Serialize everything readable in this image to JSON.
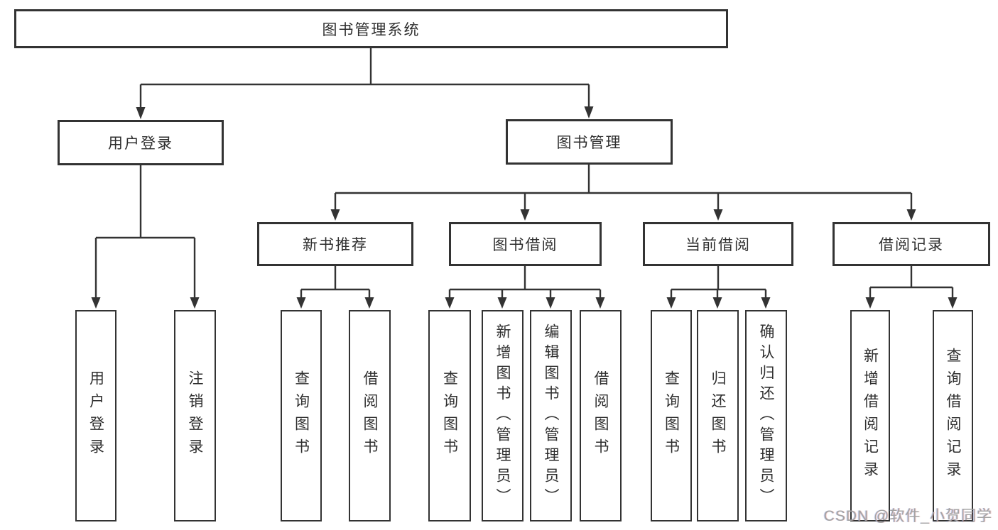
{
  "nodes": {
    "root": {
      "label": "图书管理系统"
    },
    "user_login": {
      "label": "用户登录"
    },
    "book_mgmt": {
      "label": "图书管理"
    },
    "new_book_rec": {
      "label": "新书推荐"
    },
    "book_borrow": {
      "label": "图书借阅"
    },
    "current_borrow": {
      "label": "当前借阅"
    },
    "borrow_records": {
      "label": "借阅记录"
    },
    "leaf_user_login": {
      "label": "用户登录"
    },
    "leaf_logout": {
      "label": "注销登录"
    },
    "leaf_query_book_1": {
      "label": "查询图书"
    },
    "leaf_borrow_book_1": {
      "label": "借阅图书"
    },
    "leaf_query_book_2": {
      "label": "查询图书"
    },
    "leaf_add_book": {
      "label": "新增图书（管理员）"
    },
    "leaf_edit_book": {
      "label": "编辑图书（管理员）"
    },
    "leaf_borrow_book_2": {
      "label": "借阅图书"
    },
    "leaf_query_book_3": {
      "label": "查询图书"
    },
    "leaf_return_book": {
      "label": "归还图书"
    },
    "leaf_confirm_return": {
      "label": "确认归还（管理员）"
    },
    "leaf_add_record": {
      "label": "新增借阅记录"
    },
    "leaf_query_record": {
      "label": "查询借阅记录"
    }
  },
  "hierarchy": {
    "图书管理系统": {
      "用户登录": [
        "用户登录",
        "注销登录"
      ],
      "图书管理": {
        "新书推荐": [
          "查询图书",
          "借阅图书"
        ],
        "图书借阅": [
          "查询图书",
          "新增图书（管理员）",
          "编辑图书（管理员）",
          "借阅图书"
        ],
        "当前借阅": [
          "查询图书",
          "归还图书",
          "确认归还（管理员）"
        ],
        "借阅记录": [
          "新增借阅记录",
          "查询借阅记录"
        ]
      }
    }
  },
  "watermark": {
    "text": "CSDN @软件_小贺同学"
  },
  "colors": {
    "line": "#333333",
    "text": "#2e2e2e",
    "watermark": "#a3a3a3",
    "background": "#ffffff"
  }
}
